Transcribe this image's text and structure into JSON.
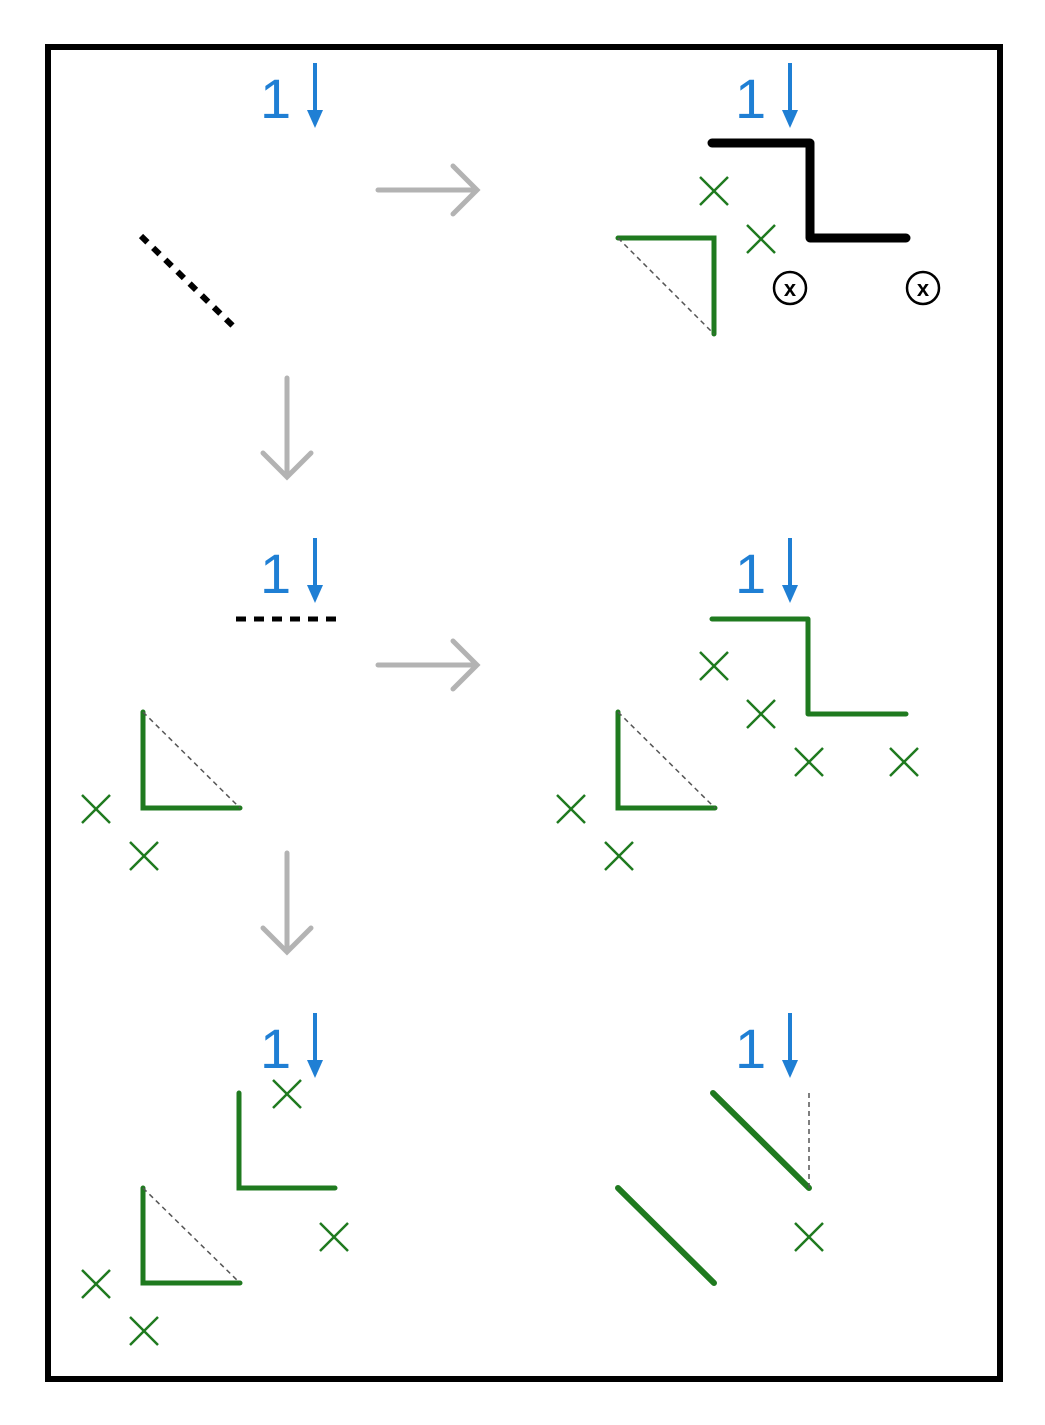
{
  "panel_label": "1",
  "circle_marker_text": "x",
  "colors": {
    "frame": "#000000",
    "label_blue": "#1f7fd4",
    "green": "#1f7a1f",
    "black": "#000000",
    "gray_arrow": "#b3b3b3",
    "dash_gray": "#555555"
  },
  "panels": [
    {
      "name": "panel-top-left",
      "label": "1"
    },
    {
      "name": "panel-top-right",
      "label": "1"
    },
    {
      "name": "panel-middle-left",
      "label": "1"
    },
    {
      "name": "panel-middle-right",
      "label": "1"
    },
    {
      "name": "panel-bottom-left",
      "label": "1"
    },
    {
      "name": "panel-bottom-right",
      "label": "1"
    }
  ],
  "circle_markers": [
    "x",
    "x"
  ]
}
